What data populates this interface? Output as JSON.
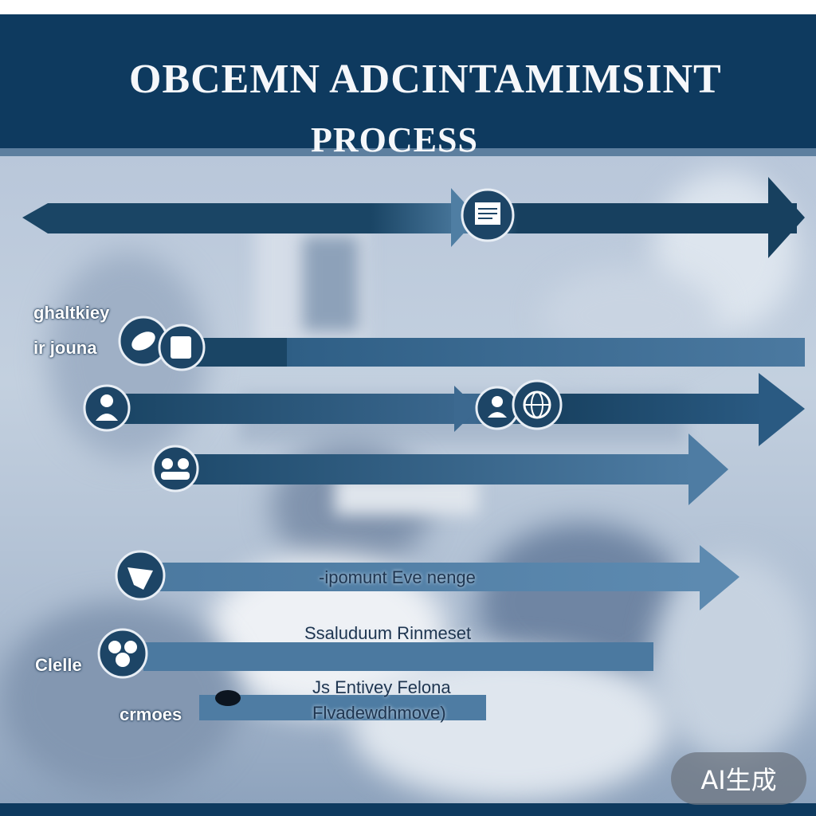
{
  "header": {
    "title_line1": "OBCEMN ADCINTAMIMSINT",
    "title_line2": "PROCESS"
  },
  "labels": {
    "side_1a": "ghaltkiey",
    "side_1b": "ir jouna",
    "row5_text": "-ipomunt Eve nenge",
    "row6_text": "Ssaluduum Rinmeset",
    "side_6": "Clelle",
    "row7_text1": "Js Entivey Felona",
    "row7_text2": "Flvadewdhmove)",
    "side_7": "crmoes"
  },
  "badge": {
    "label": "AI生成"
  },
  "colors": {
    "header_bg": "#0e3a5f",
    "arrow_dark": "#16405f",
    "arrow_mid": "#2f5f86",
    "arrow_light": "#5a86aa",
    "icon_circle": "#1d4566"
  },
  "icons": [
    "document-icon",
    "hands-icon",
    "tablet-icon",
    "person-icon",
    "user-icon",
    "globe-icon",
    "group-icon",
    "handshake-icon",
    "team-icon"
  ]
}
